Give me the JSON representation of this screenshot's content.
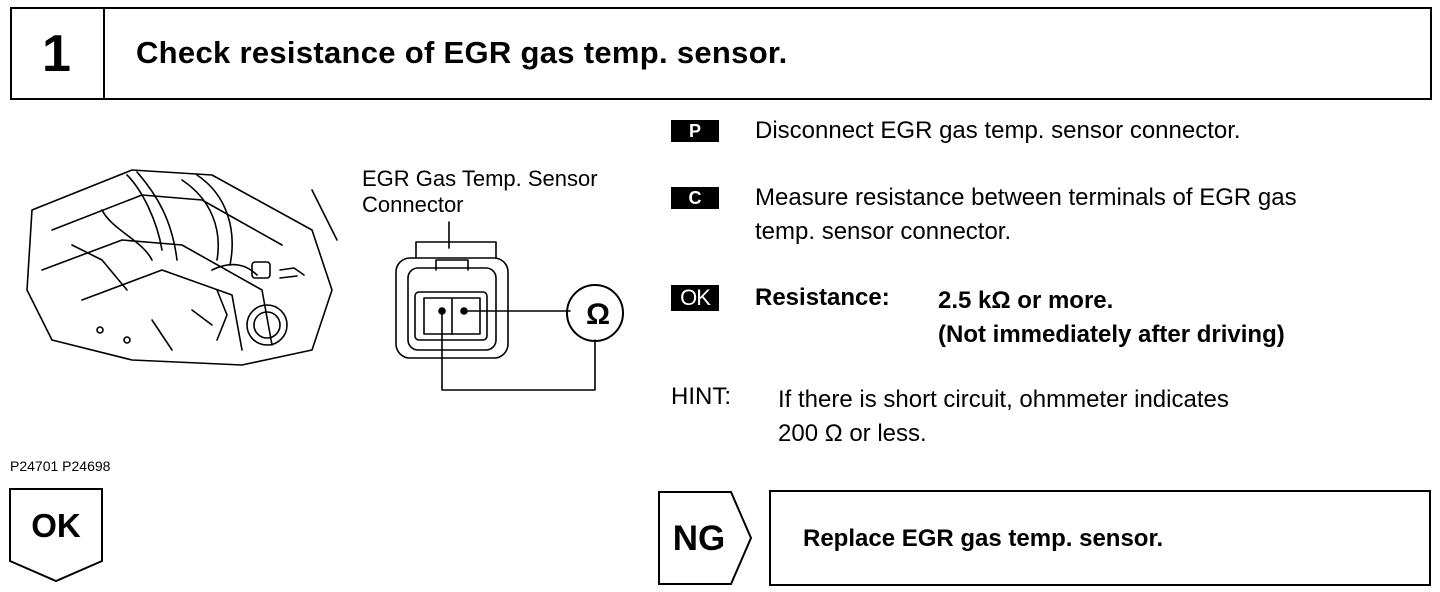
{
  "step": {
    "number": "1",
    "title": "Check resistance of EGR gas temp. sensor."
  },
  "illustration": {
    "connector_label_line1": "EGR Gas Temp. Sensor",
    "connector_label_line2": "Connector",
    "ohm_symbol": "Ω",
    "image_code": "P24701 P24698"
  },
  "instructions": {
    "p_badge": "P",
    "p_text": "Disconnect EGR gas temp. sensor connector.",
    "c_badge": "C",
    "c_text_line1": "Measure resistance between terminals of EGR gas",
    "c_text_line2": "temp. sensor connector.",
    "ok_badge": "OK",
    "spec_label": "Resistance:",
    "spec_value_line1": "2.5 kΩ or more.",
    "spec_value_line2": "(Not immediately after driving)",
    "hint_label": "HINT:",
    "hint_line1": "If there is short circuit, ohmmeter indicates",
    "hint_line2": "200 Ω or less."
  },
  "outcomes": {
    "ok_label": "OK",
    "ng_label": "NG",
    "ng_action": "Replace EGR gas temp. sensor."
  }
}
